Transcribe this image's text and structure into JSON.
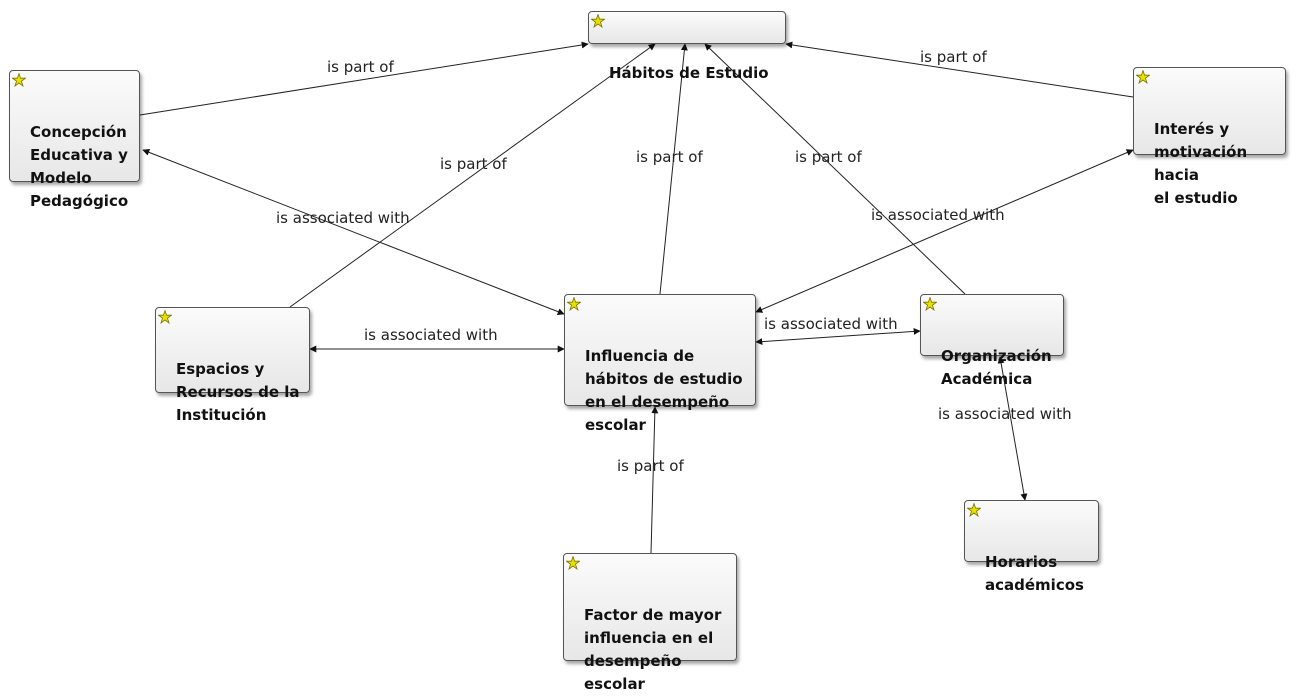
{
  "nodes": [
    {
      "id": "habitos",
      "label": "Hábitos de Estudio"
    },
    {
      "id": "concepcion",
      "label": "Concepción\nEducativa y\nModelo\nPedagógico"
    },
    {
      "id": "interes",
      "label": "Interés y\nmotivación hacia\nel estudio"
    },
    {
      "id": "espacios",
      "label": "Espacios y\nRecursos de la\nInstitución"
    },
    {
      "id": "influencia",
      "label": "Influencia de\nhábitos de estudio\nen el desempeño\nescolar"
    },
    {
      "id": "organizacion",
      "label": "Organización\nAcadémica"
    },
    {
      "id": "horarios",
      "label": "Horarios\nacadémicos"
    },
    {
      "id": "factor",
      "label": "Factor de mayor\ninfluencia en el\ndesempeño\nescolar"
    }
  ],
  "edges": [
    {
      "id": "e1",
      "from": "concepcion",
      "to": "habitos",
      "label": "is part of"
    },
    {
      "id": "e2",
      "from": "interes",
      "to": "habitos",
      "label": "is part of"
    },
    {
      "id": "e3",
      "from": "espacios",
      "to": "habitos",
      "label": "is part of"
    },
    {
      "id": "e4",
      "from": "influencia",
      "to": "habitos",
      "label": "is part of"
    },
    {
      "id": "e5",
      "from": "organizacion",
      "to": "habitos",
      "label": "is part of"
    },
    {
      "id": "e6",
      "from": "concepcion",
      "to": "influencia",
      "label": "is associated with"
    },
    {
      "id": "e7",
      "from": "interes",
      "to": "influencia",
      "label": "is associated with"
    },
    {
      "id": "e8",
      "from": "espacios",
      "to": "influencia",
      "label": "is associated with"
    },
    {
      "id": "e9",
      "from": "influencia",
      "to": "organizacion",
      "label": "is associated with"
    },
    {
      "id": "e10",
      "from": "organizacion",
      "to": "horarios",
      "label": "is associated with"
    },
    {
      "id": "e11",
      "from": "factor",
      "to": "influencia",
      "label": "is part of"
    }
  ],
  "icon_color": "#e8e000"
}
